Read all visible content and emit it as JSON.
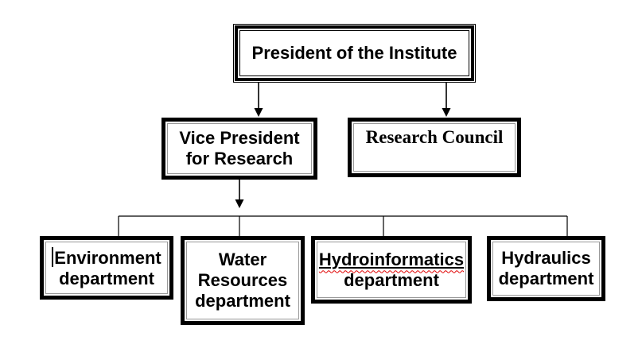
{
  "chart_data": {
    "type": "org-chart",
    "nodes": {
      "president": {
        "lines": [
          "President of the Institute"
        ]
      },
      "vice_president": {
        "lines": [
          "Vice President",
          "for Research"
        ]
      },
      "research_council": {
        "lines": [
          "Research Council"
        ]
      },
      "environment": {
        "lines": [
          "Environment",
          "department"
        ]
      },
      "water_resources": {
        "lines": [
          "Water",
          "Resources",
          "department"
        ]
      },
      "hydroinformatics": {
        "lines": [
          "Hydroinformatics",
          "department"
        ],
        "spellcheck_squiggle_under": "Hydroinformatics"
      },
      "hydraulics": {
        "lines": [
          "Hydraulics",
          "department"
        ]
      }
    },
    "edges": [
      {
        "from": "president",
        "to": "vice_president",
        "style": "arrow"
      },
      {
        "from": "president",
        "to": "research_council",
        "style": "arrow"
      },
      {
        "from": "vice_president",
        "to": "branch-line",
        "style": "arrow"
      },
      {
        "from": "branch-line",
        "to": "environment",
        "style": "line"
      },
      {
        "from": "branch-line",
        "to": "water_resources",
        "style": "line"
      },
      {
        "from": "branch-line",
        "to": "hydroinformatics",
        "style": "line"
      },
      {
        "from": "branch-line",
        "to": "hydraulics",
        "style": "line"
      }
    ]
  },
  "colors": {
    "background": "#ffffff",
    "text": "#000000",
    "border": "#000000",
    "inner_border": "#999999",
    "squiggle": "#e00000"
  }
}
